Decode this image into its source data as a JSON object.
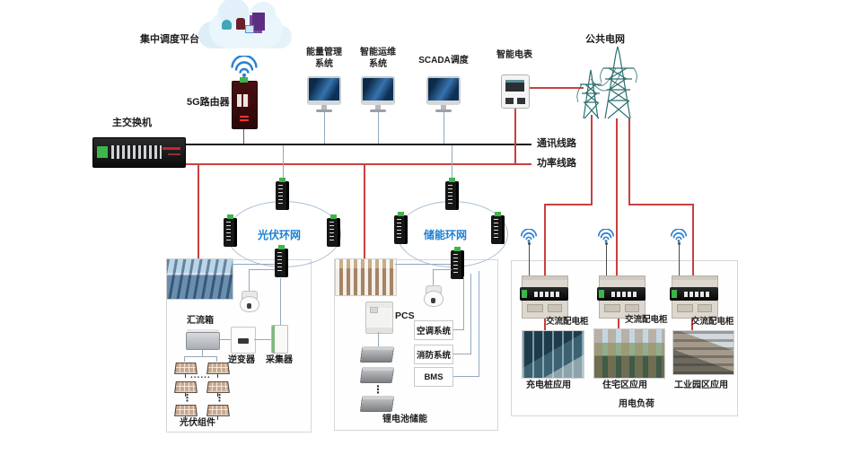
{
  "colors": {
    "comm_line": "#1a1a1a",
    "power_line": "#c94040",
    "data_line": "#92a9bd",
    "ring_label": "#1d7fd4",
    "tower": "#2e6f70",
    "wifi": "#2a7fd0"
  },
  "platform": {
    "label": "集中调度平台"
  },
  "router": {
    "label": "5G路由器"
  },
  "main_switch": {
    "label": "主交换机"
  },
  "workstations": [
    {
      "label": "能量管理\n系统"
    },
    {
      "label": "智能运维\n系统"
    },
    {
      "label": "SCADA调度"
    }
  ],
  "meter": {
    "label": "智能电表"
  },
  "grid": {
    "label": "公共电网"
  },
  "legend": {
    "comm": "通讯线路",
    "power": "功率线路"
  },
  "rings": {
    "pv": "光伏环网",
    "ess": "储能环网"
  },
  "pv_zone": {
    "combiner": "汇流箱",
    "inverter": "逆变器",
    "collector": "采集器",
    "modules": "光伏组件",
    "dots": "......",
    "vdots": "⋮"
  },
  "ess_zone": {
    "pcs": "PCS",
    "hvac": "空调系统",
    "fire": "消防系统",
    "bms": "BMS",
    "caption": "锂电池储能",
    "dots": "⋮"
  },
  "load_zone": {
    "cabinet_label": "交流配电柜",
    "apps": [
      "充电桩应用",
      "住宅区应用",
      "工业园区应用"
    ],
    "caption": "用电负荷"
  }
}
